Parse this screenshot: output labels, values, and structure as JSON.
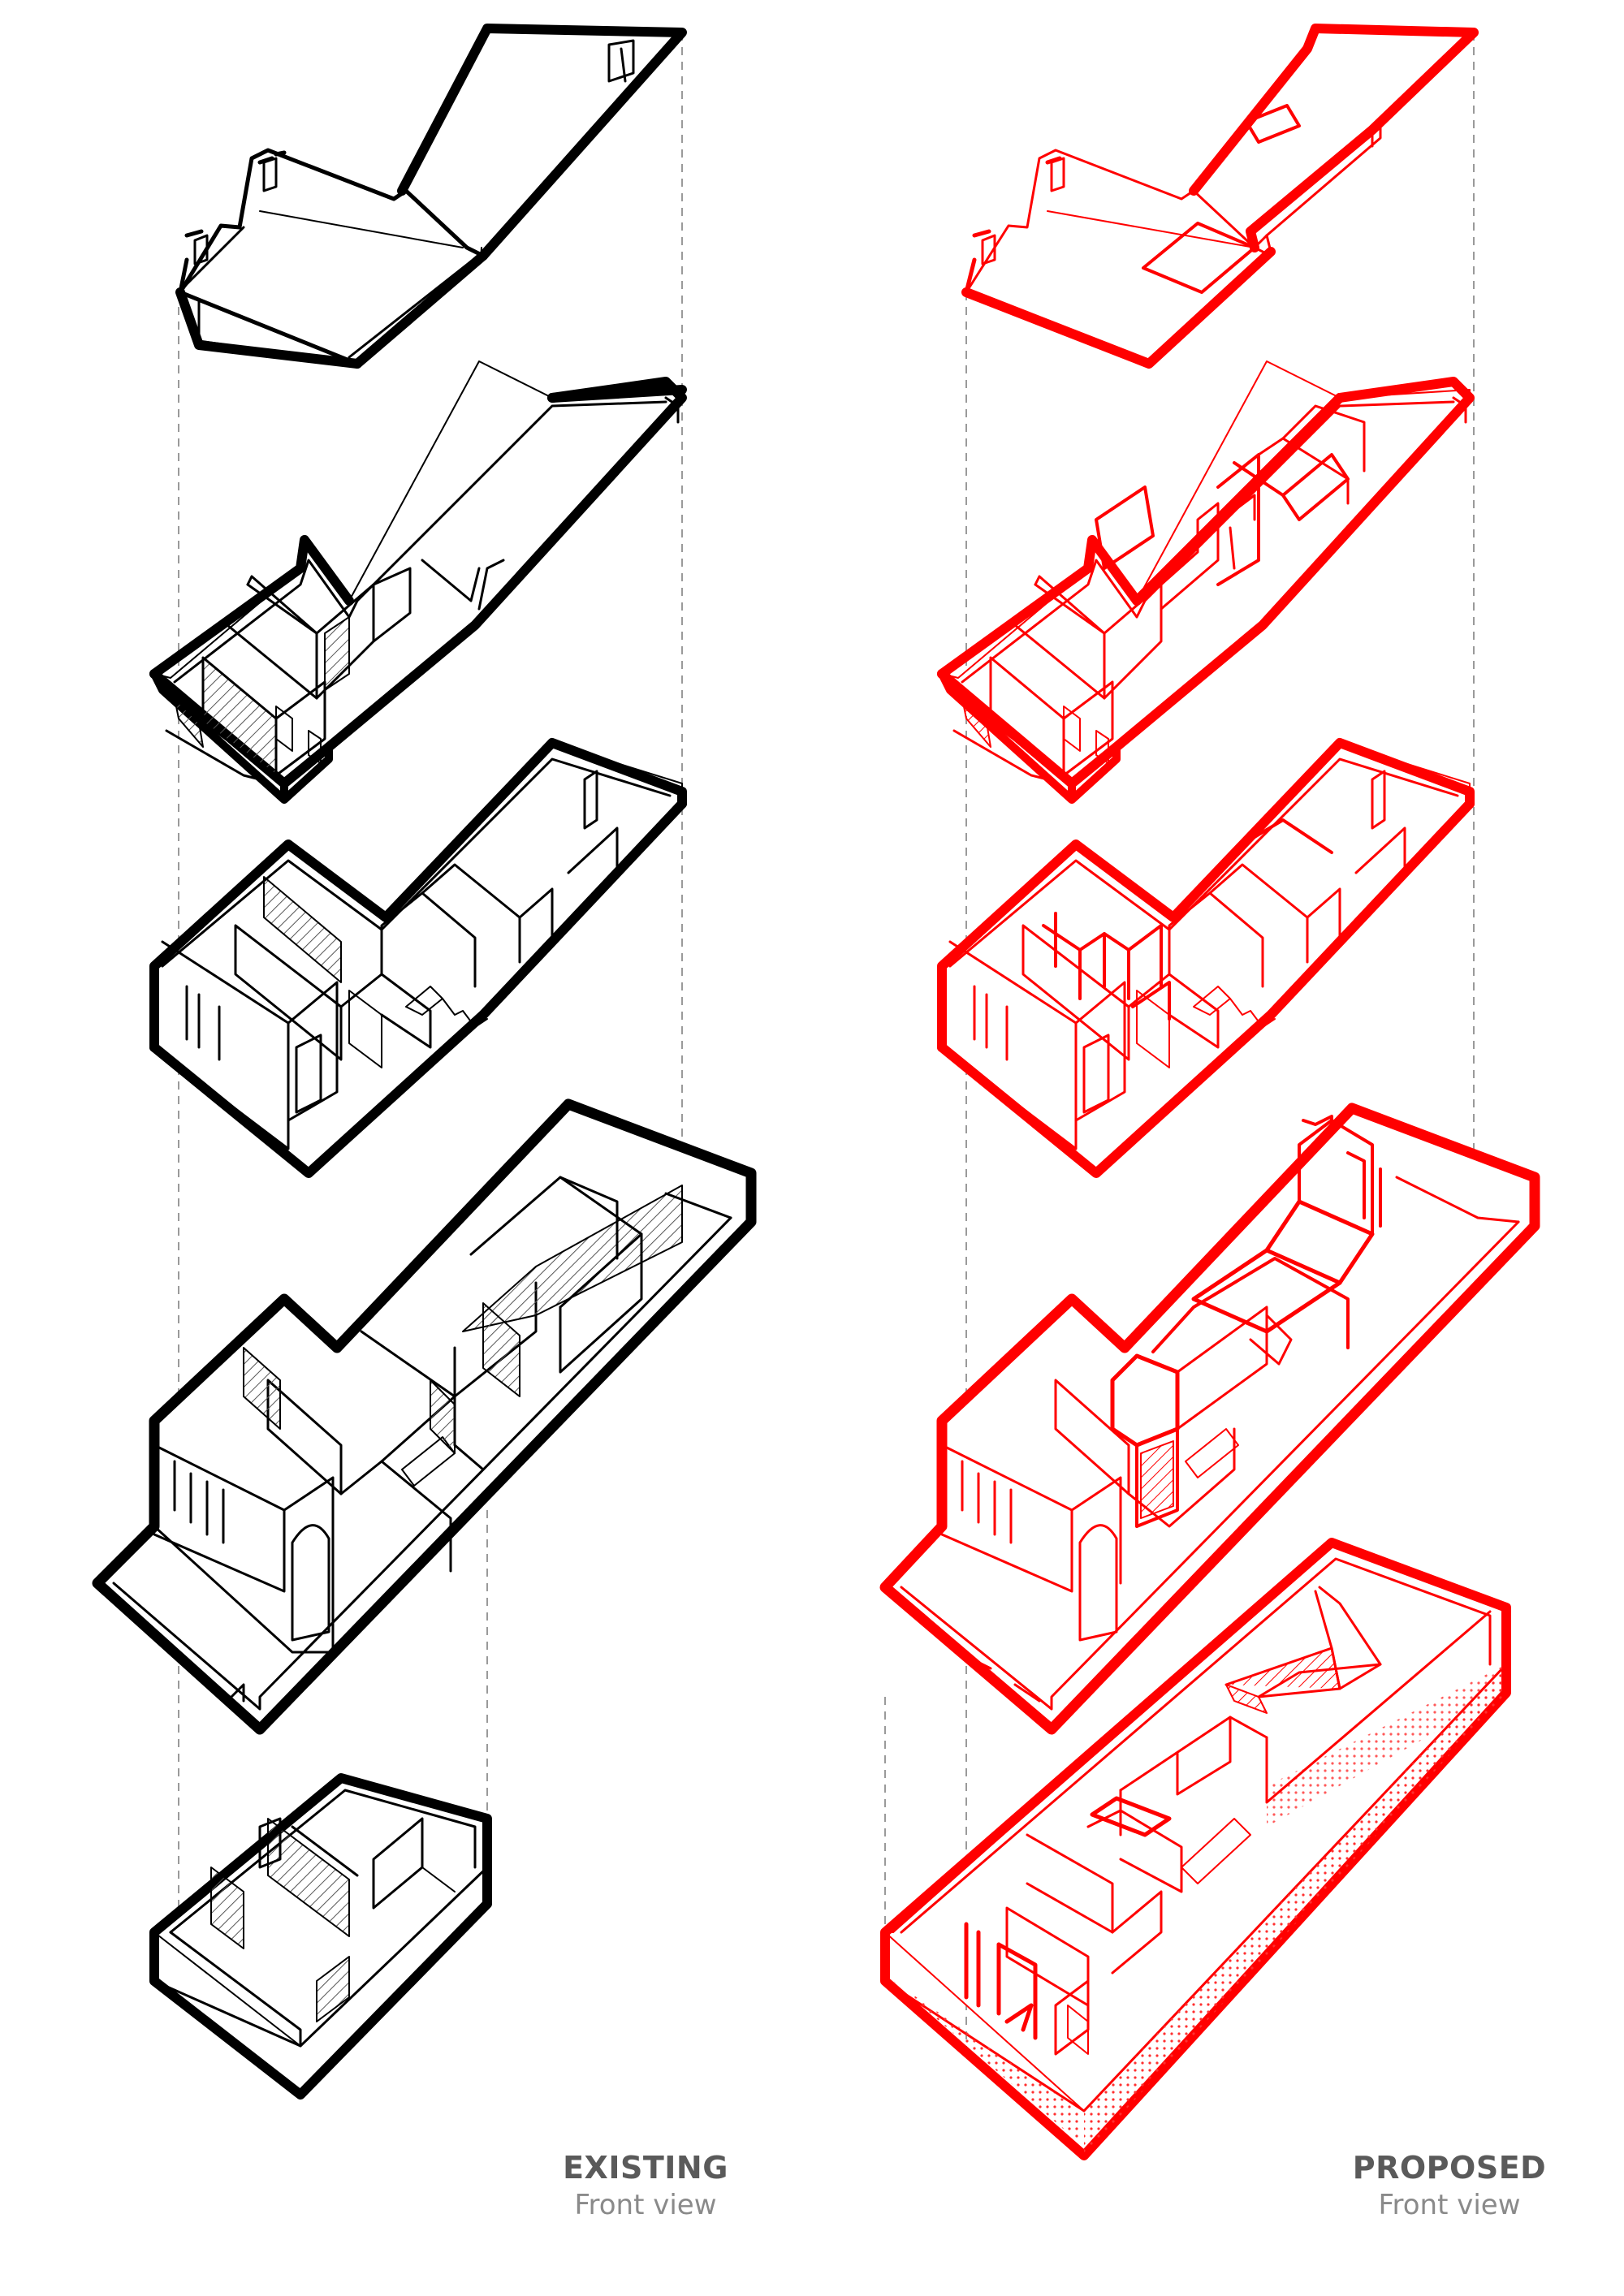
{
  "colors": {
    "existing_line": "#000000",
    "proposed_line": "#ff0000",
    "guide_line": "#9a9a9a",
    "caption_title": "#5a5a5a",
    "caption_sub": "#8a8a8a"
  },
  "captions": {
    "existing": {
      "title": "EXISTING",
      "subtitle": "Front view"
    },
    "proposed": {
      "title": "PROPOSED",
      "subtitle": "Front view"
    }
  },
  "floors": [
    {
      "id": "roof"
    },
    {
      "id": "second-floor"
    },
    {
      "id": "first-floor"
    },
    {
      "id": "ground-floor"
    },
    {
      "id": "basement"
    }
  ]
}
